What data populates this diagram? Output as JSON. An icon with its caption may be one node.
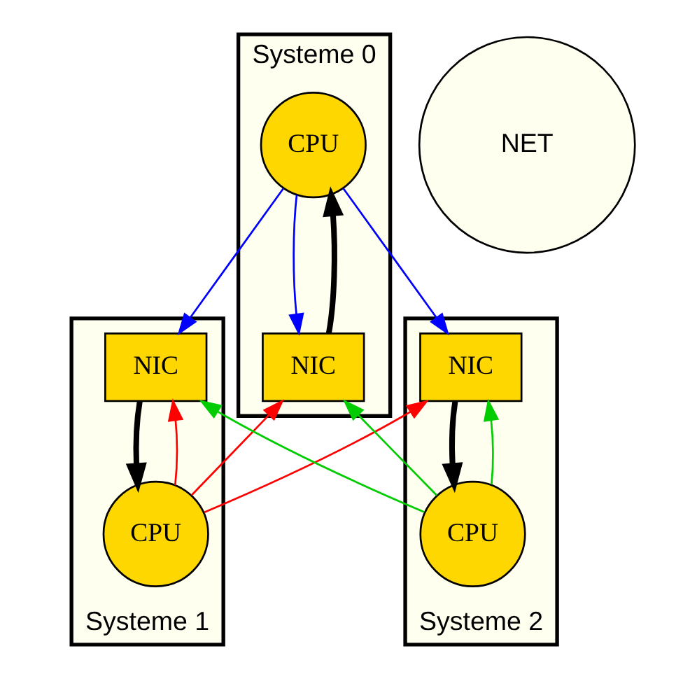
{
  "diagram": {
    "nodes": [
      {
        "text": [
          "Systeme 0"
        ]
      },
      {
        "text": [
          "CPU"
        ],
        "in": 0
      },
      {
        "text": [
          "NIC"
        ],
        "in": 0
      },
      {
        "text": [
          "NET"
        ]
      },
      {
        "text": [
          "Systeme 1"
        ]
      },
      {
        "text": [
          "NIC"
        ],
        "in": 4
      },
      {
        "text": [
          "CPU"
        ],
        "in": 4
      },
      {
        "text": [
          "Systeme 2"
        ]
      },
      {
        "text": [
          "NIC"
        ],
        "in": 7
      },
      {
        "text": [
          "CPU"
        ],
        "in": 7
      }
    ],
    "edges": [
      {
        "from": 2,
        "to": 1,
        "arrow": "to",
        "style": "thick"
      },
      {
        "from": 5,
        "to": 6,
        "arrow": "to",
        "style": "thick"
      },
      {
        "from": 8,
        "to": 9,
        "arrow": "to",
        "style": "thick"
      },
      {
        "from": 1,
        "to": 2,
        "arrow": "to",
        "color": "#0000ff"
      },
      {
        "from": 1,
        "to": 5,
        "arrow": "to",
        "color": "#0000ff"
      },
      {
        "from": 1,
        "to": 8,
        "arrow": "to",
        "color": "#0000ff"
      },
      {
        "from": 6,
        "to": 2,
        "arrow": "to",
        "color": "#ff0000"
      },
      {
        "from": 6,
        "to": 5,
        "arrow": "to",
        "color": "#ff0000"
      },
      {
        "from": 6,
        "to": 8,
        "arrow": "to",
        "color": "#ff0000"
      },
      {
        "from": 9,
        "to": 2,
        "arrow": "to",
        "color": "#00cc00"
      },
      {
        "from": 9,
        "to": 5,
        "arrow": "to",
        "color": "#00cc00"
      },
      {
        "from": 9,
        "to": 8,
        "arrow": "to",
        "color": "#00cc00"
      }
    ]
  }
}
